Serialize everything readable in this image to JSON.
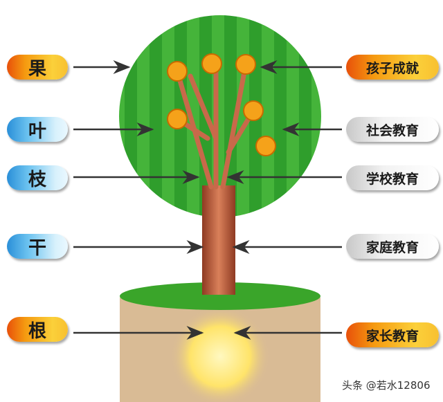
{
  "left_labels": [
    "果",
    "叶",
    "枝",
    "干",
    "根"
  ],
  "right_labels": [
    "孩子成就",
    "社会教育",
    "学校教育",
    "家庭教育",
    "家长教育"
  ],
  "watermark": "头条 @若水12806",
  "colors": {
    "canopy": "#2e9a2a",
    "trunk": "#b85a3a",
    "soil": "#d9bb95",
    "fruit": "#f5a21a",
    "ground": "#3aa52a"
  }
}
